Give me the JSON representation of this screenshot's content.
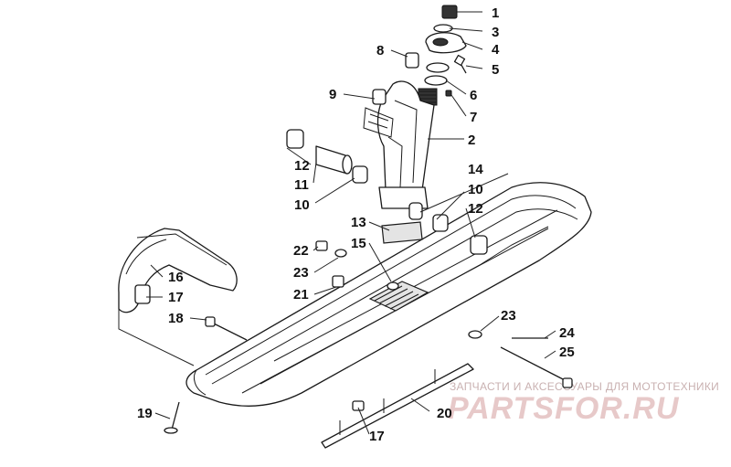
{
  "watermark": {
    "caption": "ЗАПЧАСТИ И АКСЕССУАРЫ ДЛЯ МОТОТЕХНИКИ",
    "logo": "PARTSFOR.RU"
  },
  "callouts": {
    "c1": "1",
    "c2": "2",
    "c3": "3",
    "c4": "4",
    "c5": "5",
    "c6": "6",
    "c7": "7",
    "c8": "8",
    "c9": "9",
    "c10a": "10",
    "c10b": "10",
    "c11": "11",
    "c12a": "12",
    "c12b": "12",
    "c13": "13",
    "c14": "14",
    "c15": "15",
    "c16": "16",
    "c17a": "17",
    "c17b": "17",
    "c18": "18",
    "c19": "19",
    "c20": "20",
    "c21": "21",
    "c22": "22",
    "c23a": "23",
    "c23b": "23",
    "c24": "24",
    "c25": "25"
  },
  "colors": {
    "line": "#1a1a1a",
    "watermark_text": "#c9b1b1",
    "watermark_logo": "#e7c9c9"
  }
}
